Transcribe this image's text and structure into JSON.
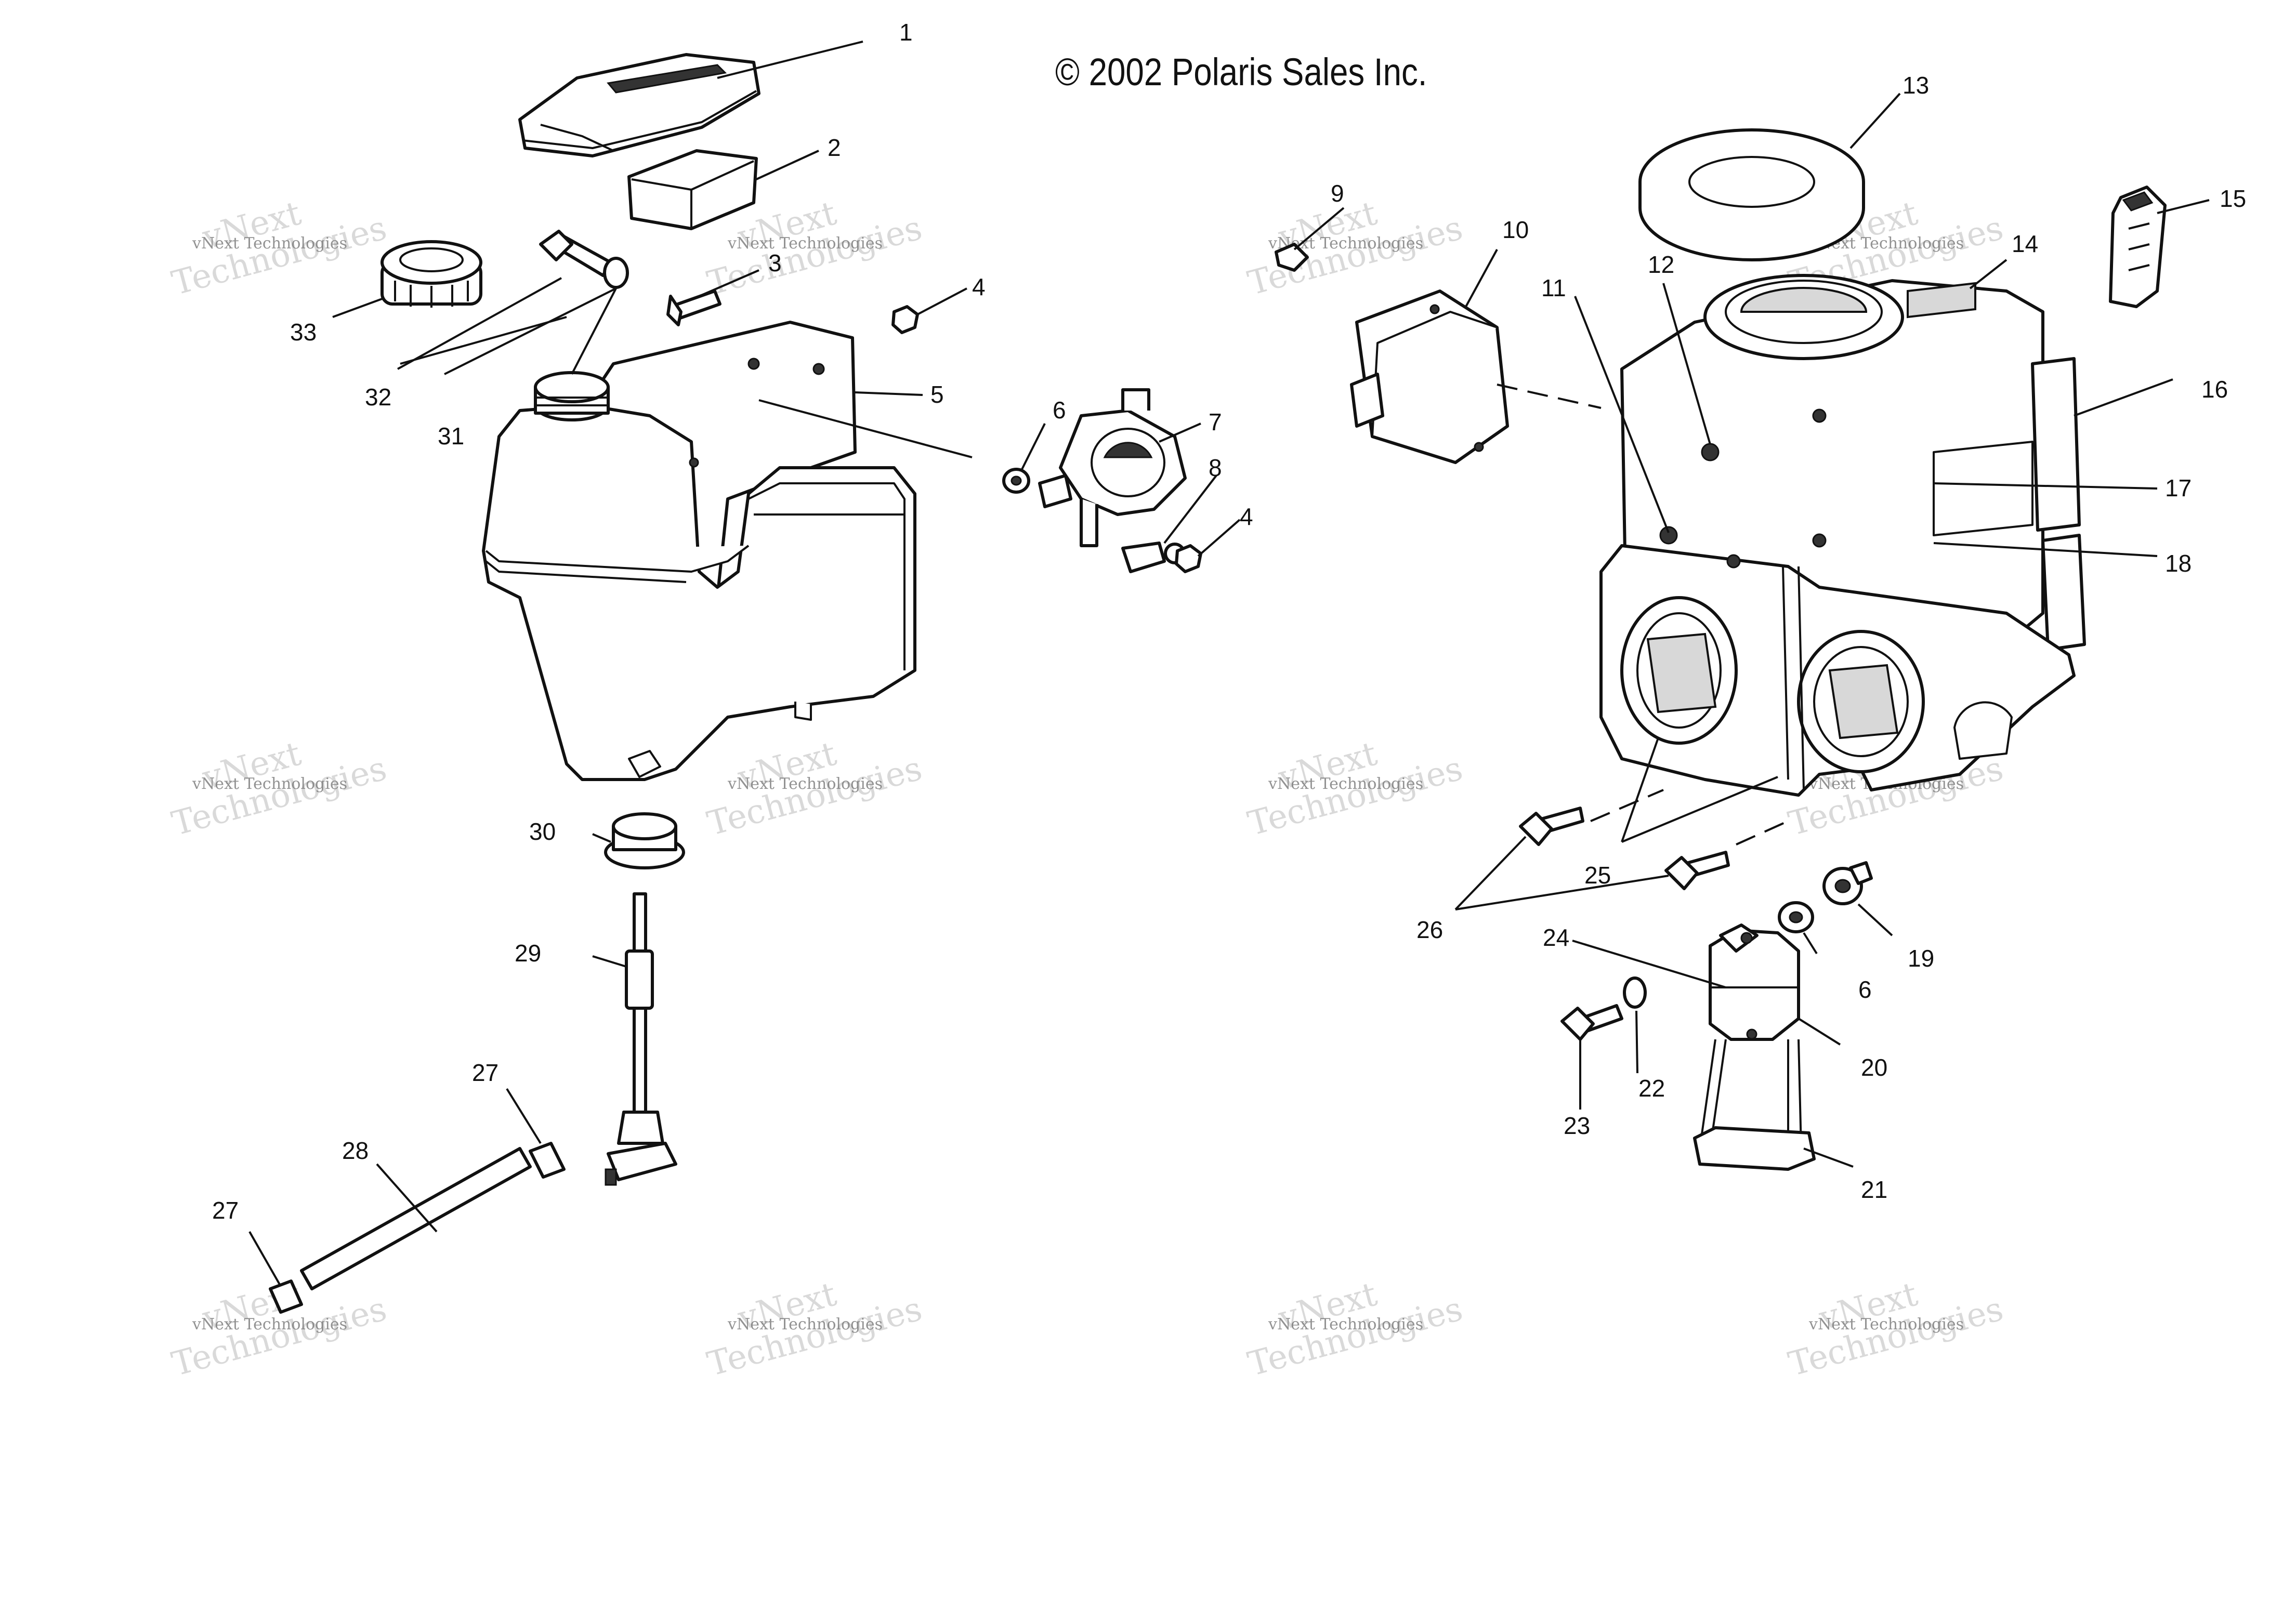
{
  "copyright": "© 2002 Polaris Sales Inc.",
  "watermark": {
    "line1": "vNext",
    "line2": "Technologies",
    "small": "vNext Technologies"
  },
  "callouts": [
    "1",
    "2",
    "3",
    "4",
    "4",
    "5",
    "6",
    "6",
    "7",
    "8",
    "9",
    "10",
    "11",
    "12",
    "13",
    "14",
    "15",
    "16",
    "17",
    "18",
    "19",
    "20",
    "21",
    "22",
    "23",
    "24",
    "25",
    "26",
    "27",
    "27",
    "28",
    "29",
    "30",
    "31",
    "32",
    "33"
  ]
}
